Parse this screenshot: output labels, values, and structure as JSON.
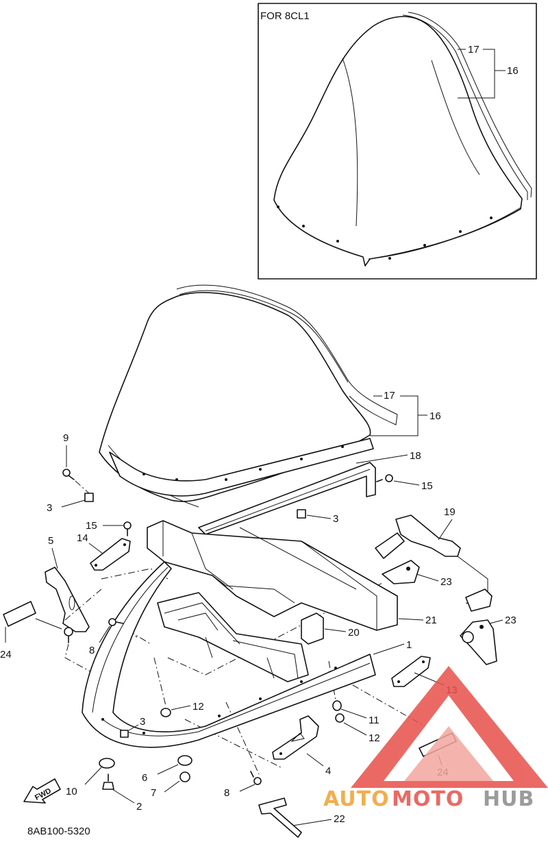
{
  "diagram": {
    "inset_label": "FOR 8CL1",
    "code": "8AB100-5320",
    "fwd_label": "FWD",
    "callouts": {
      "c1": "1",
      "c2": "2",
      "c3a": "3",
      "c3b": "3",
      "c3c": "3",
      "c4": "4",
      "c5": "5",
      "c6": "6",
      "c7": "7",
      "c8a": "8",
      "c8b": "8",
      "c9": "9",
      "c10": "10",
      "c11": "11",
      "c12a": "12",
      "c12b": "12",
      "c13": "13",
      "c14": "14",
      "c15a": "15",
      "c15b": "15",
      "c16a": "16",
      "c16b": "16",
      "c17a": "17",
      "c17b": "17",
      "c18": "18",
      "c19": "19",
      "c20": "20",
      "c21": "21",
      "c22": "22",
      "c23a": "23",
      "c23b": "23",
      "c24a": "24",
      "c24b": "24"
    }
  },
  "watermark": {
    "part1": "AUTO",
    "part2": "MOTO",
    "part3": "HUB",
    "color_red": "#e8504a",
    "color_orange": "#f0a030",
    "color_grey": "#8a8a8a"
  }
}
